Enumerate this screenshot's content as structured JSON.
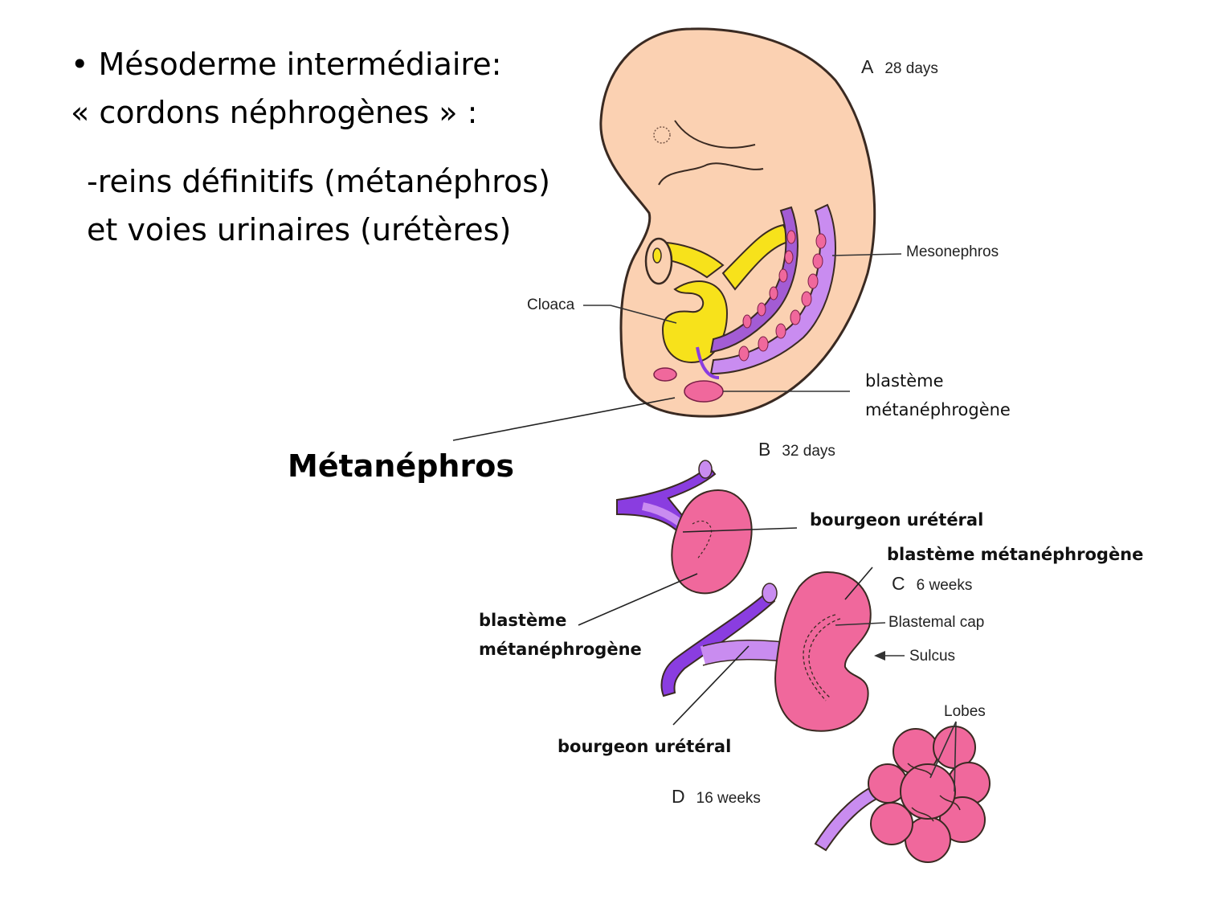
{
  "slide": {
    "bullet_line": "• Mésoderme intermédiaire:",
    "bullet_line_2": "« cordons néphrogènes » :",
    "sub_line_1": "-reins définitifs (métanéphros)",
    "sub_line_2": "et voies urinaires (urétères)",
    "heading": "Métanéphros"
  },
  "figure": {
    "panel_a": {
      "letter": "A",
      "age": "28 days"
    },
    "panel_b": {
      "letter": "B",
      "age": "32 days"
    },
    "panel_c": {
      "letter": "C",
      "age": "6 weeks"
    },
    "panel_d": {
      "letter": "D",
      "age": "16 weeks"
    },
    "labels": {
      "mesonephros": "Mesonephros",
      "cloaca": "Cloaca",
      "blastemal_cap": "Blastemal cap",
      "sulcus": "Sulcus",
      "lobes": "Lobes"
    },
    "fr_labels": {
      "blasteme_a_1": "blastème",
      "blasteme_a_2": "métanéphrogène",
      "bourgeon_b": "bourgeon urétéral",
      "blasteme_c": "blastème métanéphrogène",
      "blasteme_b_1": "blastème",
      "blasteme_b_2": "métanéphrogène",
      "bourgeon_c": "bourgeon urétéral"
    }
  },
  "colors": {
    "embryo_skin": "#fbd1b2",
    "embryo_outline": "#3a2a22",
    "cloaca_yellow": "#f7e21b",
    "mesonephros_purple": "#a35cd4",
    "kidney_pink": "#f0689c",
    "ureter_violet": "#8a3de0",
    "ureter_light": "#c98cf0"
  }
}
